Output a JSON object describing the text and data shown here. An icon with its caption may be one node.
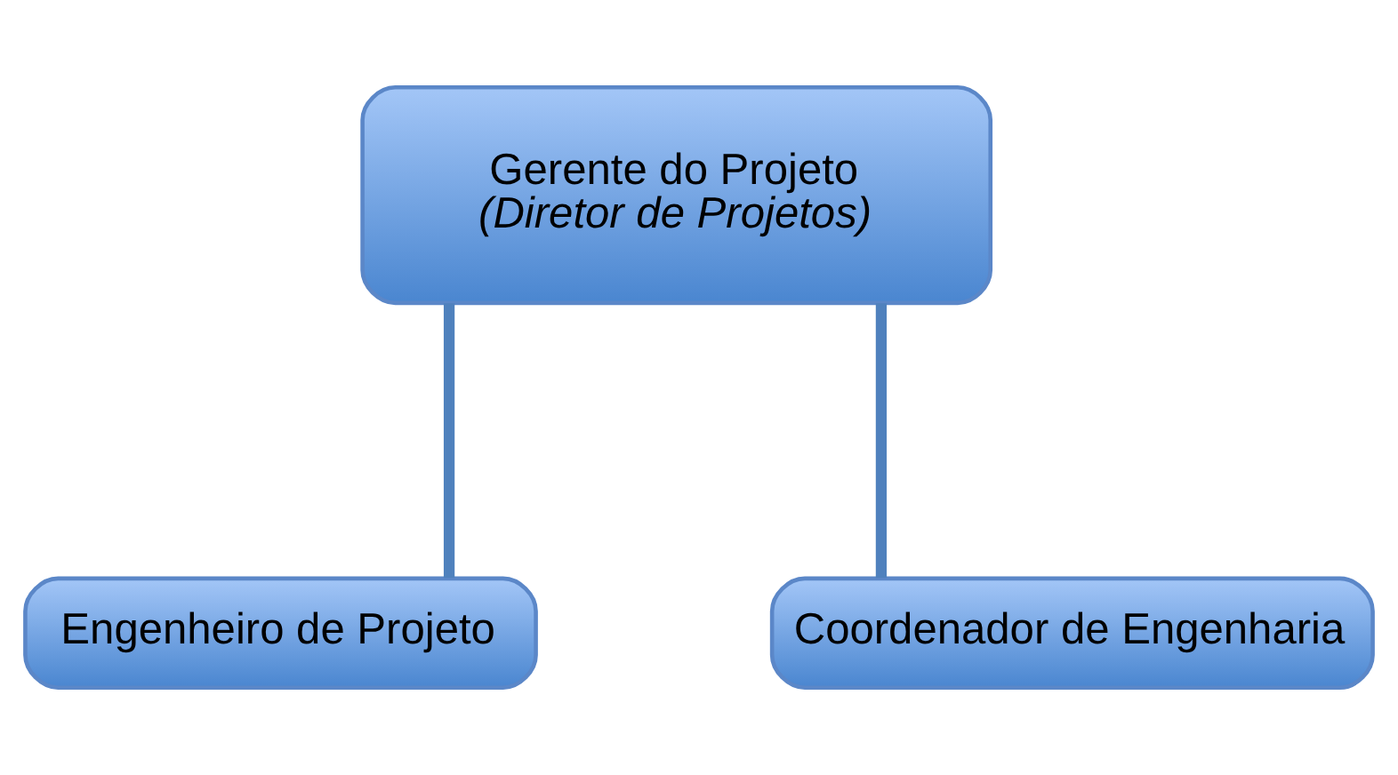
{
  "diagram": {
    "nodes": [
      {
        "text": [
          "Gerente do Projeto",
          "(Diretor de Projetos)"
        ]
      },
      {
        "text": [
          "Engenheiro de Projeto"
        ]
      },
      {
        "text": [
          "Coordenador de Engenharia"
        ]
      }
    ],
    "edges": [
      {
        "from": 0,
        "to": 1,
        "arrow": "none"
      },
      {
        "from": 0,
        "to": 2,
        "arrow": "none"
      }
    ]
  }
}
